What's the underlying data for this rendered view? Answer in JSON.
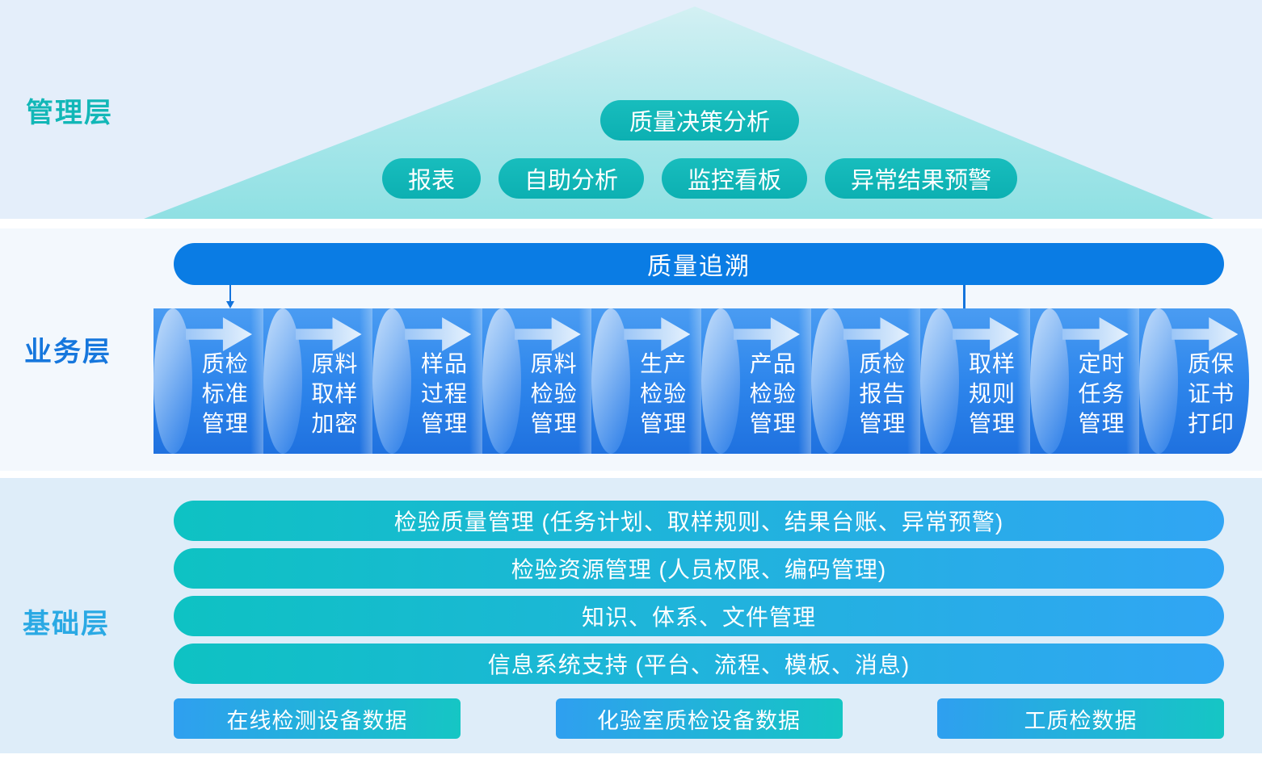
{
  "layers": {
    "management": {
      "label": "管理层",
      "top_pill": "质量决策分析",
      "pills": [
        "报表",
        "自助分析",
        "监控看板",
        "异常结果预警"
      ]
    },
    "business": {
      "label": "业务层",
      "trace_bar": "质量追溯",
      "cylinders": [
        {
          "lines": [
            "质检",
            "标准",
            "管理"
          ]
        },
        {
          "lines": [
            "原料",
            "取样",
            "加密"
          ]
        },
        {
          "lines": [
            "样品",
            "过程",
            "管理"
          ]
        },
        {
          "lines": [
            "原料",
            "检验",
            "管理"
          ]
        },
        {
          "lines": [
            "生产",
            "检验",
            "管理"
          ]
        },
        {
          "lines": [
            "产品",
            "检验",
            "管理"
          ]
        },
        {
          "lines": [
            "质检",
            "报告",
            "管理"
          ]
        },
        {
          "lines": [
            "取样",
            "规则",
            "管理"
          ]
        },
        {
          "lines": [
            "定时",
            "任务",
            "管理"
          ]
        },
        {
          "lines": [
            "质保",
            "证书",
            "打印"
          ]
        }
      ]
    },
    "foundation": {
      "label": "基础层",
      "bars": [
        "检验质量管理 (任务计划、取样规则、结果台账、异常预警)",
        "检验资源管理 (人员权限、编码管理)",
        "知识、体系、文件管理",
        "信息系统支持 (平台、流程、模板、消息)"
      ],
      "boxes": [
        "在线检测设备数据",
        "化验室质检设备数据",
        "工质检数据"
      ]
    }
  },
  "colors": {
    "teal_accent": "#12b7b7",
    "blue_accent": "#0a7ce4",
    "cylinder_blue": "#2e86ec",
    "foundation_gradient_left": "#0ec2c3",
    "foundation_gradient_right": "#31a5f4",
    "box_gradient_left": "#2f9ff0",
    "box_gradient_right": "#15c6c4",
    "pyramid_top": "#d3f0f3",
    "pyramid_bottom": "#8fe0e3",
    "label_business": "#1677dd",
    "label_foundation": "#2aa9e4"
  }
}
